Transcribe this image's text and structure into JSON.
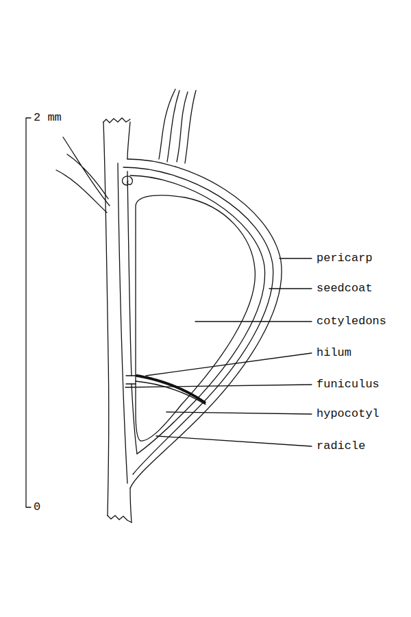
{
  "diagram": {
    "labels": [
      "2 mm",
      "0",
      "pericarp",
      "seedcoat",
      "cotyledons",
      "hilum",
      "funiculus",
      "hypocotyl",
      "radicle"
    ]
  }
}
